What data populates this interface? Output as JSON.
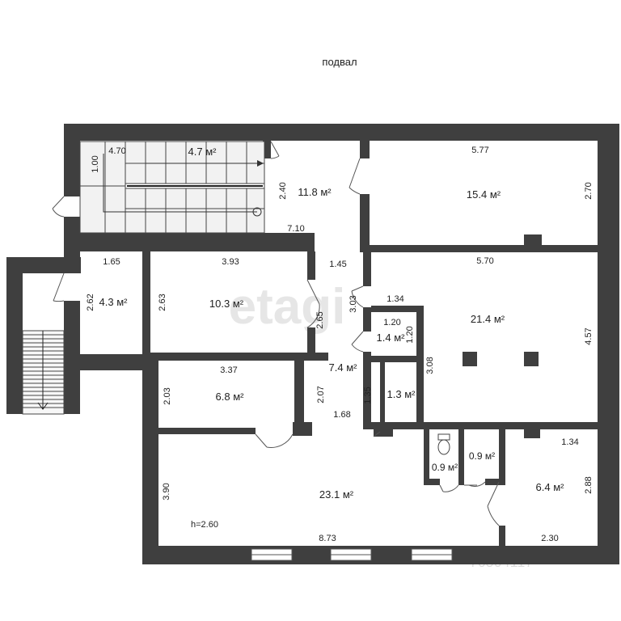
{
  "title": "подвал",
  "height_note": "h=2.60",
  "watermark": "etagi",
  "watermark_id": "76504117",
  "rooms": [
    {
      "id": "stair-room",
      "area": "4.7 м²",
      "dims": [
        "4.70",
        "1.00"
      ]
    },
    {
      "id": "hall-upper",
      "area": "11.8 м²",
      "dims": [
        "2.40",
        "7.10"
      ]
    },
    {
      "id": "room-top-right",
      "area": "15.4 м²",
      "dims": [
        "5.77",
        "2.70"
      ]
    },
    {
      "id": "room-small-left",
      "area": "4.3 м²",
      "dims": [
        "1.65",
        "2.62"
      ]
    },
    {
      "id": "room-mid-left",
      "area": "10.3 м²",
      "dims": [
        "3.93",
        "2.63",
        "2.65"
      ]
    },
    {
      "id": "room-right-mid",
      "area": "21.4 м²",
      "dims": [
        "5.70",
        "4.57",
        "3.08"
      ]
    },
    {
      "id": "closet-a",
      "area": "1.4 м²",
      "dims": [
        "1.20",
        "1.20"
      ]
    },
    {
      "id": "closet-b",
      "area": "1.3 м²",
      "dims": [
        "1.35"
      ]
    },
    {
      "id": "corridor",
      "area": "7.4 м²",
      "dims": [
        "1.45",
        "3.03",
        "1.34",
        "1.68"
      ]
    },
    {
      "id": "room-6-8",
      "area": "6.8 м²",
      "dims": [
        "3.37",
        "2.03",
        "2.07"
      ]
    },
    {
      "id": "wc-1",
      "area": "0.9 м²",
      "dims": []
    },
    {
      "id": "wc-2",
      "area": "0.9 м²",
      "dims": []
    },
    {
      "id": "room-6-4",
      "area": "6.4 м²",
      "dims": [
        "1.34",
        "2.88",
        "2.30"
      ]
    },
    {
      "id": "room-large",
      "area": "23.1 м²",
      "dims": [
        "3.90",
        "8.73"
      ]
    }
  ],
  "colors": {
    "wall": "#3f3f3f",
    "stair_fill": "#f2f2f2",
    "background": "#ffffff"
  }
}
